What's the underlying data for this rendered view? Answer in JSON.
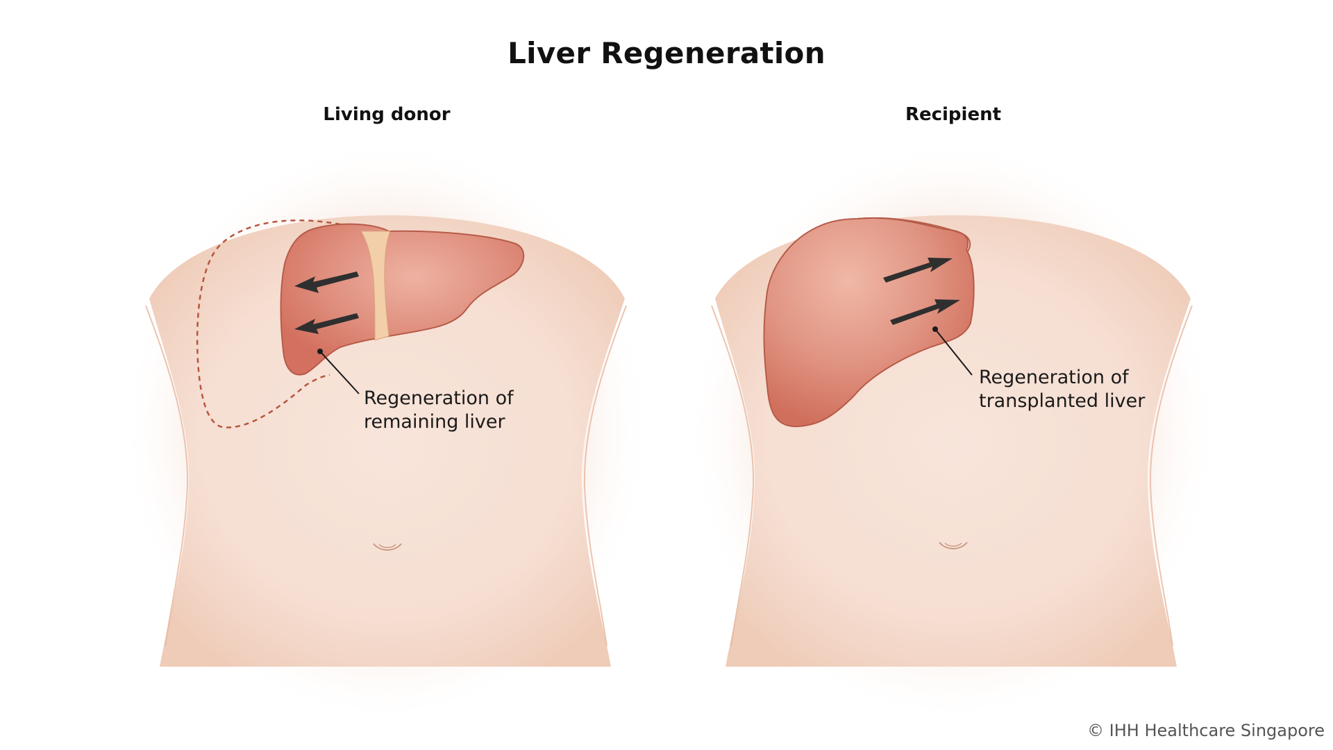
{
  "title": "Liver Regeneration",
  "panels": {
    "donor": {
      "label": "Living donor",
      "callout_line1": "Regeneration of",
      "callout_line2": "remaining liver"
    },
    "recipient": {
      "label": "Recipient",
      "callout_line1": "Regeneration of",
      "callout_line2": "transplanted liver"
    }
  },
  "copyright": "© IHH Healthcare Singapore",
  "colors": {
    "skin_light": "#f7e3d9",
    "skin_edge": "#ecc3ac",
    "liver_fill": "#d9796a",
    "liver_highlight": "#eeaf9e",
    "liver_outline": "#b85a48",
    "arrow": "#2f2f2f",
    "ligament": "#f2cfa8"
  }
}
